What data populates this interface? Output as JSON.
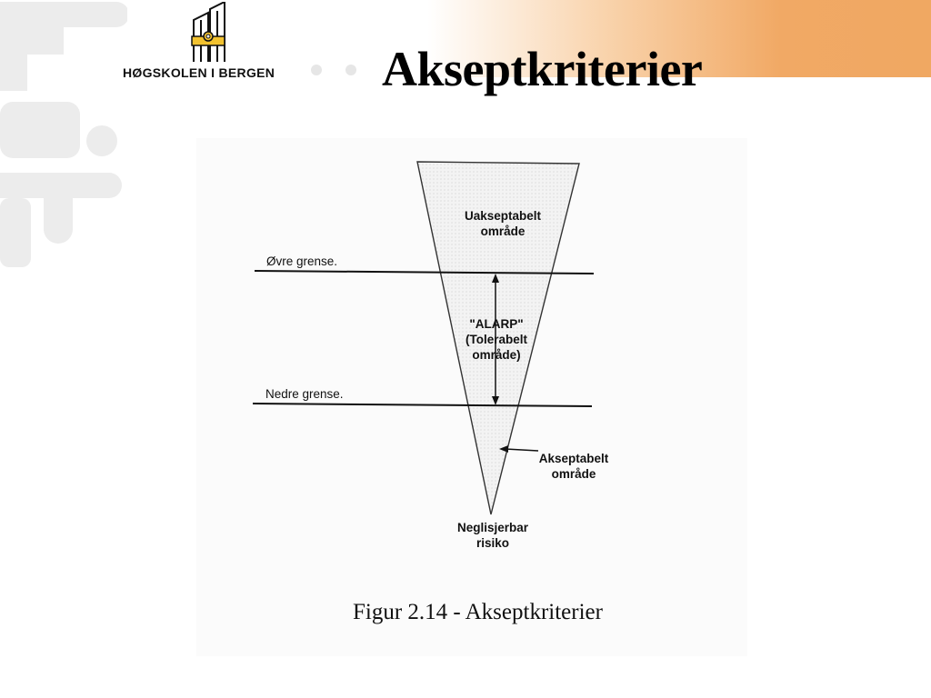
{
  "header": {
    "title": "Akseptkriterier",
    "logo_text": "HØGSKOLEN I BERGEN"
  },
  "diagram": {
    "zones": [
      {
        "id": "unacceptable",
        "label_line1": "Uakseptabelt",
        "label_line2": "område"
      },
      {
        "id": "alarp",
        "label_line1": "\"ALARP\"",
        "label_line2": "(Tolerabelt",
        "label_line3": "område)"
      },
      {
        "id": "acceptable",
        "label_line1": "Akseptabelt",
        "label_line2": "område"
      },
      {
        "id": "negligible",
        "label_line1": "Neglisjerbar",
        "label_line2": "risiko"
      }
    ],
    "limits": {
      "upper": "Øvre grense.",
      "lower": "Nedre grense."
    },
    "caption": "Figur 2.14 - Akseptkriterier"
  },
  "colors": {
    "accent_orange": "#f0a862",
    "deco_gray": "#ececec",
    "logo_yellow": "#f2c230",
    "ink": "#111111"
  },
  "icons": {
    "logo": "building-logo-icon"
  }
}
